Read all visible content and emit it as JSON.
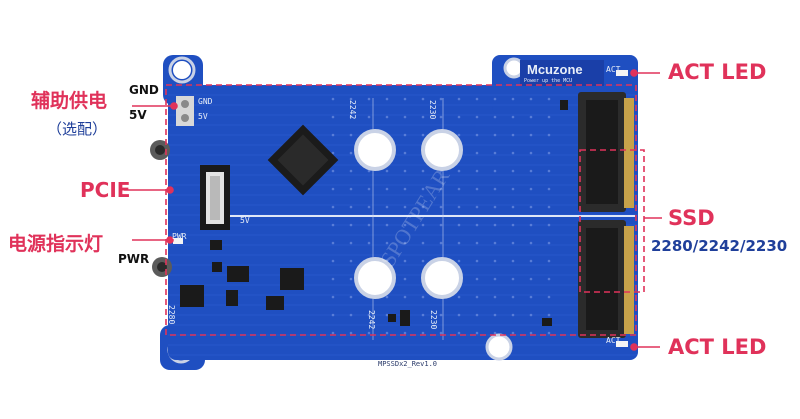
{
  "board": {
    "logo_text": "Mcuzone",
    "logo_sub": "Power up the MCU",
    "model_text": "MPSSDx2_Rev1.0",
    "watermark": "SPOTPEAR",
    "silk_gnd": "GND",
    "silk_5v": "5V",
    "silk_5v_mid": "5V",
    "silk_pwr": "PWR",
    "silk_act_top": "ACT",
    "silk_act_bottom": "ACT",
    "silk_2242_top": "2242",
    "silk_2230_top": "2230",
    "silk_2242_bottom": "2242",
    "silk_2230_bottom": "2230",
    "silk_2280": "2280",
    "colors": {
      "pcb": "#1f4fc1",
      "annotation": "#e0325a",
      "slot": "#2b2b2b"
    }
  },
  "annotations": {
    "aux_power": "辅助供电",
    "aux_power_sub": "（选配）",
    "gnd": "GND",
    "v5": "5V",
    "pcie": "PCIE",
    "power_led": "电源指示灯",
    "pwr": "PWR",
    "act_led_top": "ACT LED",
    "ssd": "SSD",
    "ssd_sizes": "2280/2242/2230",
    "act_led_bottom": "ACT LED"
  }
}
